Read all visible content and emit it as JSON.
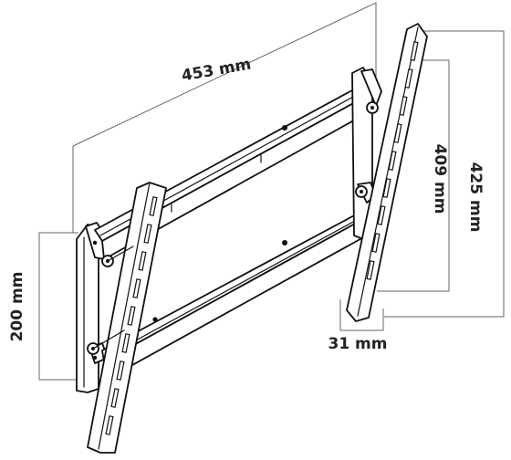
{
  "product": {
    "type": "tilting TV wall mount bracket"
  },
  "dimensions": {
    "width": "453 mm",
    "arm_length": "425 mm",
    "slot_length": "409 mm",
    "height": "200 mm",
    "depth": "31 mm"
  },
  "colors": {
    "line": "#111111",
    "dimension_line": "#666666",
    "background": "#ffffff"
  }
}
